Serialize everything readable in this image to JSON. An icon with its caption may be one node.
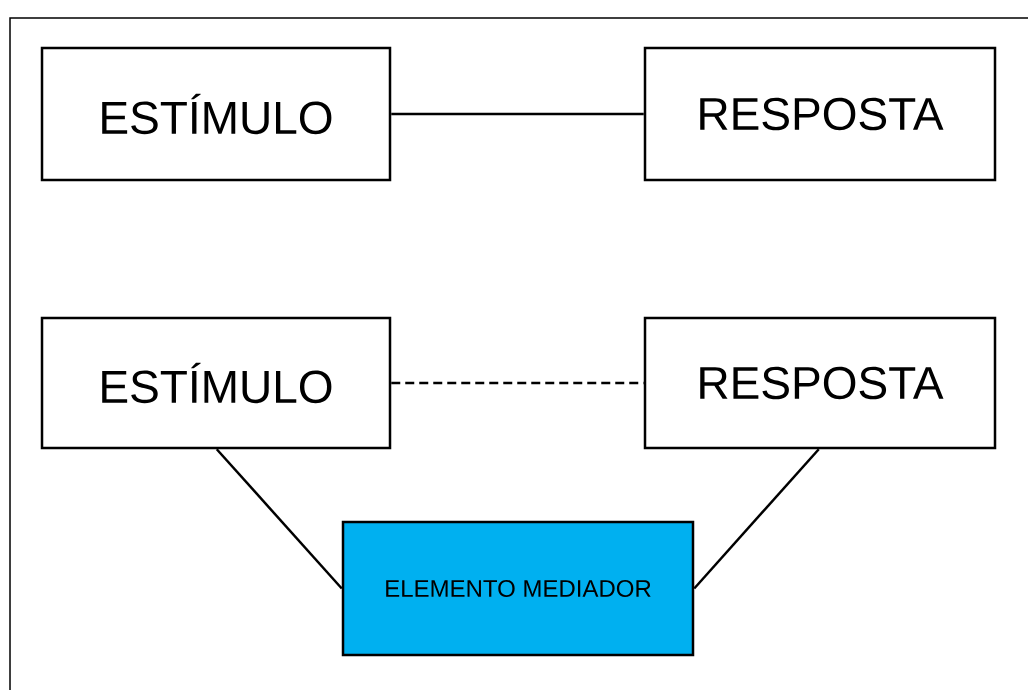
{
  "diagram": {
    "nodes": [
      {
        "text": [
          "ESTÍMULO"
        ]
      },
      {
        "text": [
          "RESPOSTA"
        ]
      },
      {
        "text": [
          "ESTÍMULO"
        ]
      },
      {
        "text": [
          "RESPOSTA"
        ]
      },
      {
        "text": [
          "ELEMENTO MEDIADOR"
        ]
      }
    ],
    "edges": [
      {
        "from": 0,
        "to": 1,
        "arrow": "none"
      },
      {
        "from": 2,
        "to": 3,
        "arrow": "none",
        "style": "dashed"
      },
      {
        "from": 2,
        "to": 4,
        "arrow": "none"
      },
      {
        "from": 3,
        "to": 4,
        "arrow": "none"
      }
    ]
  }
}
